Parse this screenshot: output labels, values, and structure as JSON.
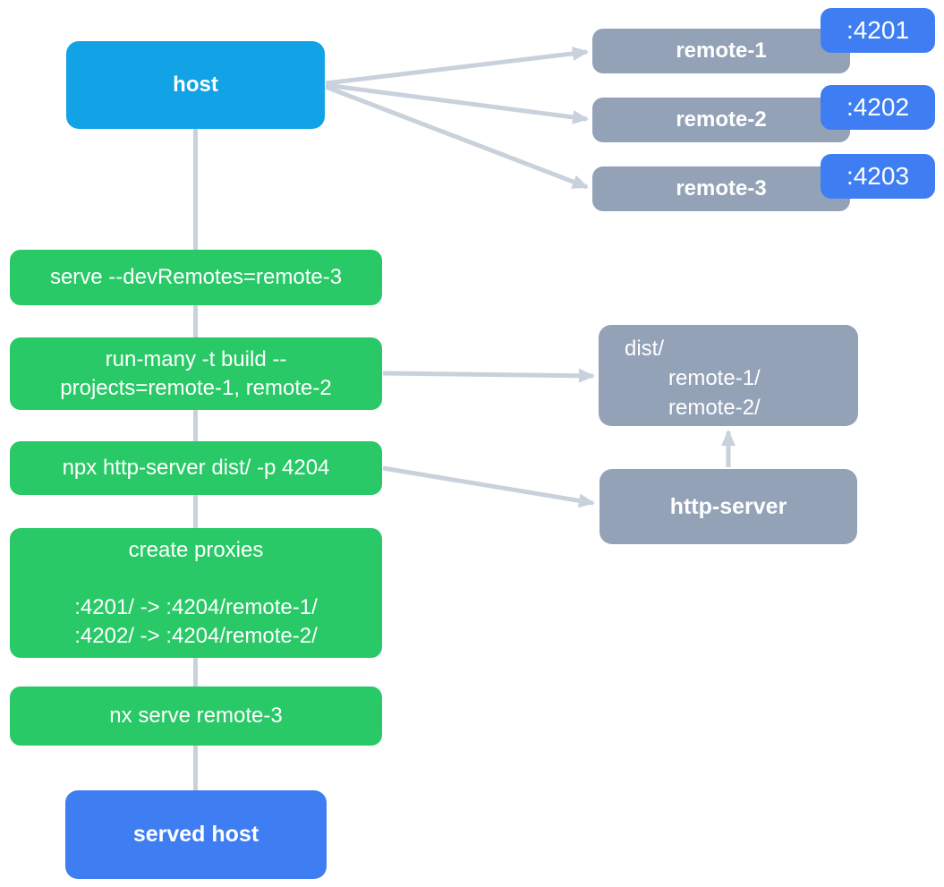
{
  "palette": {
    "background": "#ffffff",
    "host_blue": "#11a3e6",
    "accent_blue": "#3e7ef2",
    "green": "#29c967",
    "gray": "#93a2b7",
    "edge": "#c9d1dc",
    "text_on_fill": "#ffffff"
  },
  "host": {
    "label": "host"
  },
  "served_host": {
    "label": "served host"
  },
  "remotes": [
    {
      "label": "remote-1",
      "port": ":4201"
    },
    {
      "label": "remote-2",
      "port": ":4202"
    },
    {
      "label": "remote-3",
      "port": ":4203"
    }
  ],
  "commands": [
    {
      "lines": [
        "serve --devRemotes=remote-3"
      ]
    },
    {
      "lines": [
        "run-many -t build --",
        "projects=remote-1, remote-2"
      ]
    },
    {
      "lines": [
        "npx http-server dist/ -p 4204"
      ]
    },
    {
      "lines": [
        "create proxies",
        "",
        ":4201/ -> :4204/remote-1/",
        ":4202/ -> :4204/remote-2/"
      ]
    },
    {
      "lines": [
        "nx serve remote-3"
      ]
    }
  ],
  "dist_box": {
    "lines": [
      "dist/",
      "remote-1/",
      "remote-2/"
    ]
  },
  "http_server": {
    "label": "http-server"
  }
}
